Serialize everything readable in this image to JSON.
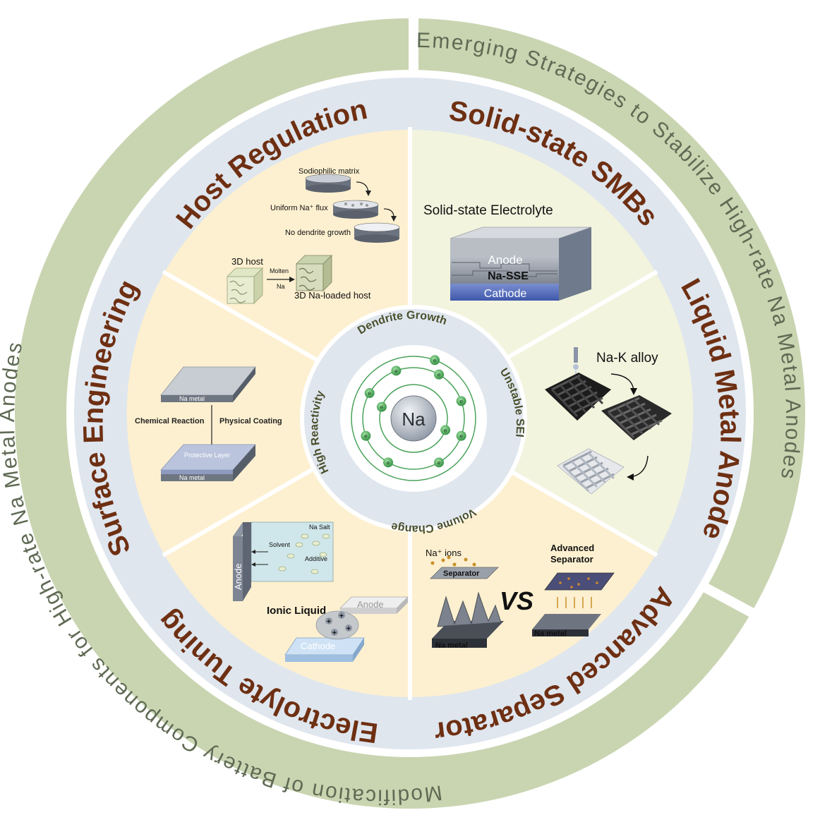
{
  "outer_ring": {
    "emerging": "Emerging Strategies to Stabilize High-rate Na Metal Anodes",
    "modification": "Modification of Battery Components for High-rate Na Metal Anodes"
  },
  "sectors": {
    "host": "Host Regulation",
    "solid": "Solid-state SMBs",
    "liquid": "Liquid Metal Anode",
    "separator": "Advanced Separator",
    "electrolyte": "Electrolyte Tuning",
    "surface": "Surface Engineering"
  },
  "inner_ring": {
    "top": "Dendrite Growth",
    "right": "Unstable SEI",
    "bottom": "Volume Change",
    "left": "High Reactivity"
  },
  "core": {
    "symbol": "Na",
    "electron": "e"
  },
  "host_panel": {
    "sodiophilic": "Sodiophilic matrix",
    "uniform": "Uniform Na⁺ flux",
    "nodendrite": "No dendrite growth",
    "host3d": "3D host",
    "molten": "Molten",
    "na": "Na",
    "loaded": "3D Na-loaded host"
  },
  "solid_panel": {
    "title": "Solid-state Electrolyte",
    "anode": "Anode",
    "sse": "Na-SSE",
    "cathode": "Cathode"
  },
  "liquid_panel": {
    "alloy": "Na-K alloy"
  },
  "separator_panel": {
    "ions": "Na⁺ ions",
    "separator": "Separator",
    "vs": "VS",
    "advanced": "Advanced",
    "separator2": "Separator",
    "na_metal": "Na metal",
    "na_metal2": "Na metal"
  },
  "electrolyte_panel": {
    "na_salt_1": "Na Salt",
    "solvent": "Solvent",
    "additive": "Additive",
    "anode": "Anode",
    "ionic": "Ionic Liquid",
    "anode2": "Anode",
    "cathode": "Cathode"
  },
  "surface_panel": {
    "na_metal": "Na metal",
    "chemical": "Chemical Reaction",
    "physical": "Physical Coating",
    "protective": "Protective Layer",
    "na_metal2": "Na metal"
  },
  "colors": {
    "outer_ring": "#c9d5b1",
    "sector_ring": "#dfe6ee",
    "yellow_fill": "#fdf0d0",
    "green_fill": "#f2f4de",
    "title_brown": "#6e2f12",
    "outer_text": "#5f6a54",
    "atom_green": "#3e9a4f"
  }
}
